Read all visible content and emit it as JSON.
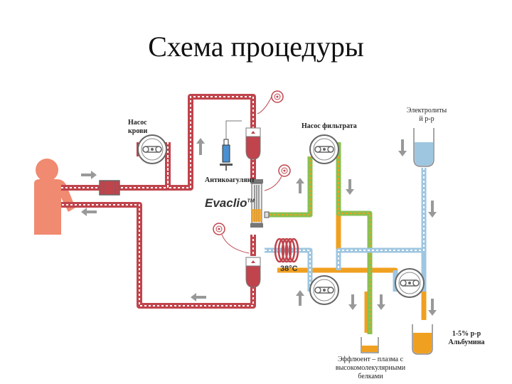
{
  "title": "Схема процедуры",
  "labels": {
    "blood_pump": [
      "Насос",
      "крови"
    ],
    "filtrate_pump": "Насос фильтрата",
    "electrolytes": [
      "Электролиты",
      "й р-р"
    ],
    "anticoagulant": "Антикоагулянт",
    "device": "Evaclio",
    "device_tm": "TM",
    "temperature": "38°С",
    "albumin": [
      "1-5% р-р",
      "Альбумина"
    ],
    "effluent": [
      "Эффлюент – плазма с",
      "высокомолекулярными",
      "белками"
    ]
  },
  "colors": {
    "blood": "#c0444c",
    "plasma": "#f0a020",
    "filtrate": "#88c050",
    "electrolyte": "#9ec6e0",
    "patient": "#f08a70",
    "arrow": "#999999",
    "pump": "#666666"
  }
}
